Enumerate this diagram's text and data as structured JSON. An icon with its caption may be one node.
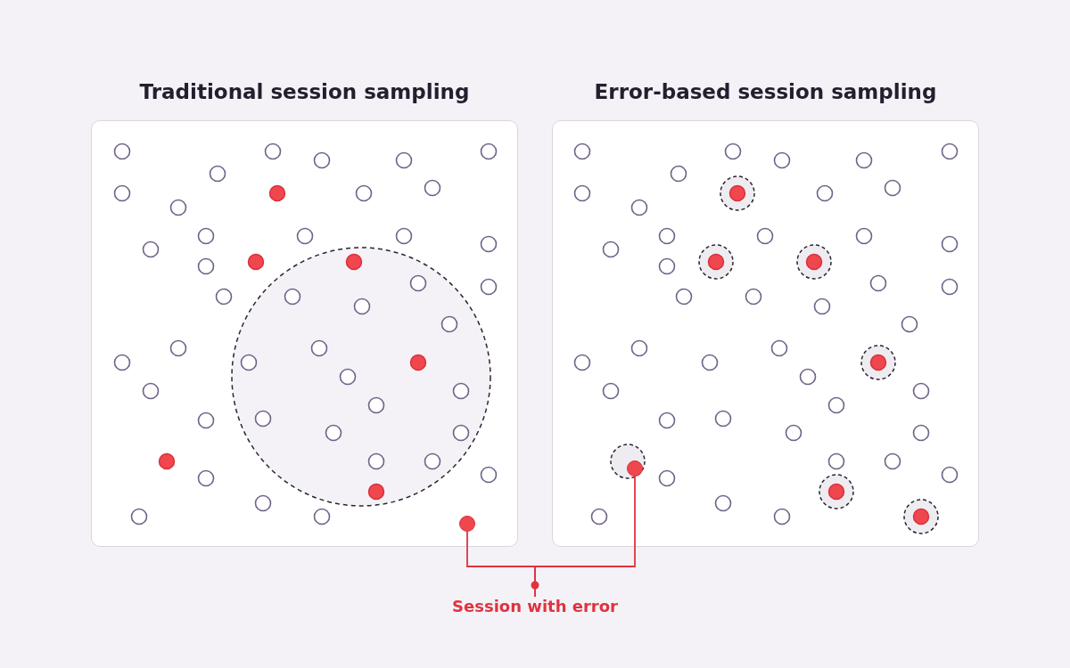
{
  "diagram": {
    "nodes": [
      {
        "text": [
          "Traditional session sampling"
        ]
      },
      {
        "text": [
          "Error-based session sampling"
        ]
      },
      {
        "text": [
          "Session with error"
        ]
      },
      {
        "text": [],
        "shape": "circle",
        "in": 0
      },
      {
        "text": [],
        "shape": "circle",
        "in": 1
      }
    ],
    "edges": [
      {
        "from": 2,
        "to": 3,
        "arrow": "none"
      },
      {
        "from": 2,
        "to": 4,
        "arrow": "none"
      }
    ]
  }
}
